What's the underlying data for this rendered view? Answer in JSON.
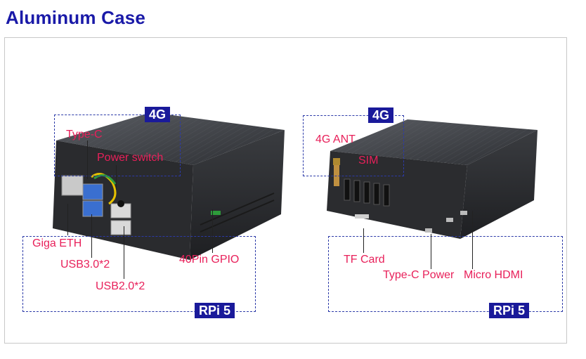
{
  "title": "Aluminum Case",
  "left": {
    "badge_top": "4G",
    "badge_bottom": "RPi 5",
    "labels": {
      "type_c": "Type-C",
      "power_switch": "Power switch",
      "giga_eth": "Giga ETH",
      "usb3": "USB3.0*2",
      "usb2": "USB2.0*2",
      "gpio": "40Pin GPIO"
    }
  },
  "right": {
    "badge_top": "4G",
    "badge_bottom": "RPi 5",
    "labels": {
      "ant": "4G ANT",
      "sim": "SIM",
      "tf": "TF Card",
      "typec_power": "Type-C Power",
      "hdmi": "Micro HDMI"
    }
  },
  "colors": {
    "title": "#1a1aa8",
    "badge": "#1a1a9a",
    "label": "#e8205a",
    "dash": "#2c3aa8"
  }
}
